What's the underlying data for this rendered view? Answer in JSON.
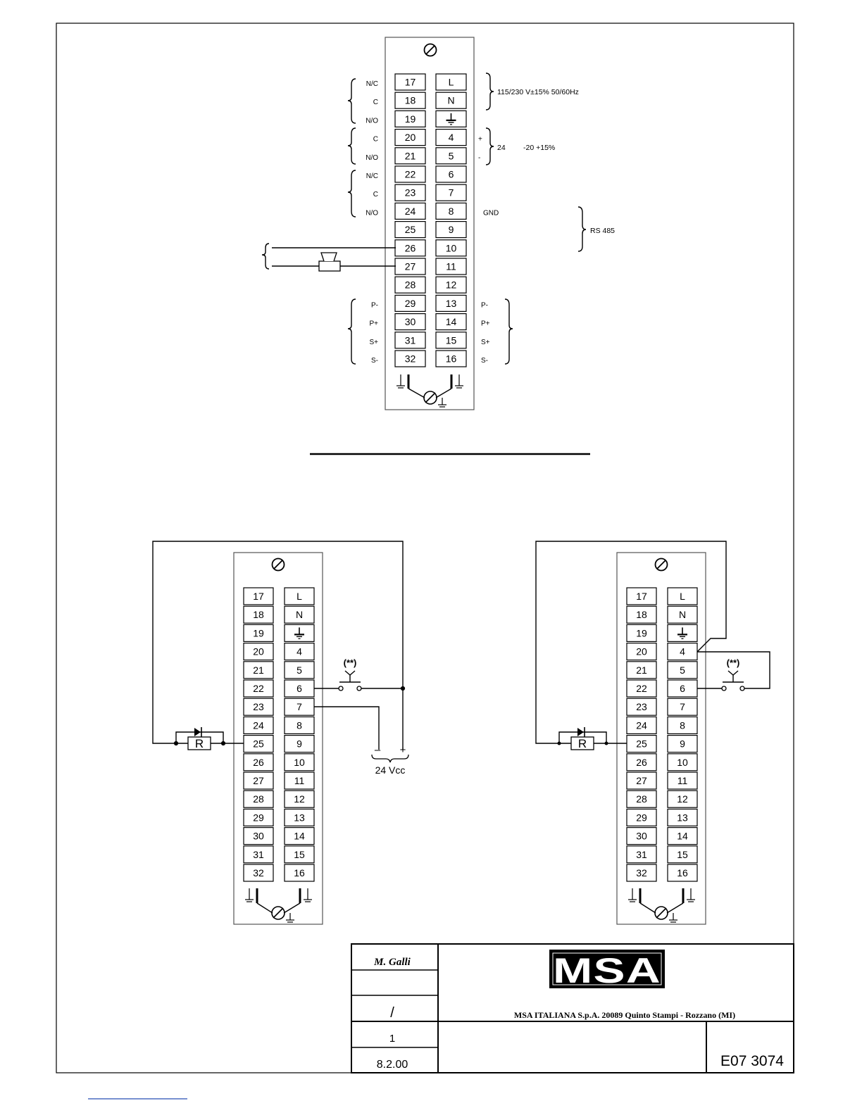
{
  "wiring_top": {
    "left_terminals": [
      "17",
      "18",
      "19",
      "20",
      "21",
      "22",
      "23",
      "24",
      "25",
      "26",
      "27",
      "28",
      "29",
      "30",
      "31",
      "32"
    ],
    "right_terminals": [
      "L",
      "N",
      "",
      "4",
      "5",
      "6",
      "7",
      "8",
      "9",
      "10",
      "11",
      "12",
      "13",
      "14",
      "15",
      "16"
    ],
    "left_labels": [
      "N/C",
      "C",
      "N/O",
      "C",
      "N/O",
      "N/C",
      "C",
      "N/O",
      "",
      "",
      "",
      "",
      "P-",
      "P+",
      "S+",
      "S-"
    ],
    "right_labels": [
      "",
      "",
      "",
      "+",
      "-",
      "",
      "",
      "GND",
      "",
      "",
      "",
      "",
      "P-",
      "P+",
      "S+",
      "S-"
    ],
    "supply_label": "115/230 V±15% 50/60Hz",
    "dc_label_value": "24",
    "dc_label_tolerance": "-20 +15%",
    "rs485_label": "RS 485"
  },
  "wiring_bottom": {
    "left_terminals": [
      "17",
      "18",
      "19",
      "20",
      "21",
      "22",
      "23",
      "24",
      "25",
      "26",
      "27",
      "28",
      "29",
      "30",
      "31",
      "32"
    ],
    "right_terminals": [
      "L",
      "N",
      "",
      "4",
      "5",
      "6",
      "7",
      "8",
      "9",
      "10",
      "11",
      "12",
      "13",
      "14",
      "15",
      "16"
    ],
    "resistor_label": "R",
    "switch_note": "(**)",
    "supply_minus": "–",
    "supply_plus": "+",
    "supply_label": "24 Vcc"
  },
  "title_block": {
    "author": "M. Galli",
    "slash": "/",
    "sheet": "1",
    "date": "8.2.00",
    "company_address": "MSA ITALIANA S.p.A. 20089 Quinto Stampi - Rozzano (MI)",
    "drawing_number": "E07 3074",
    "logo_text": "MSA"
  },
  "colors": {
    "ink": "#000000",
    "panel_border": "#555555",
    "link_underline": "#4a6cc0"
  }
}
